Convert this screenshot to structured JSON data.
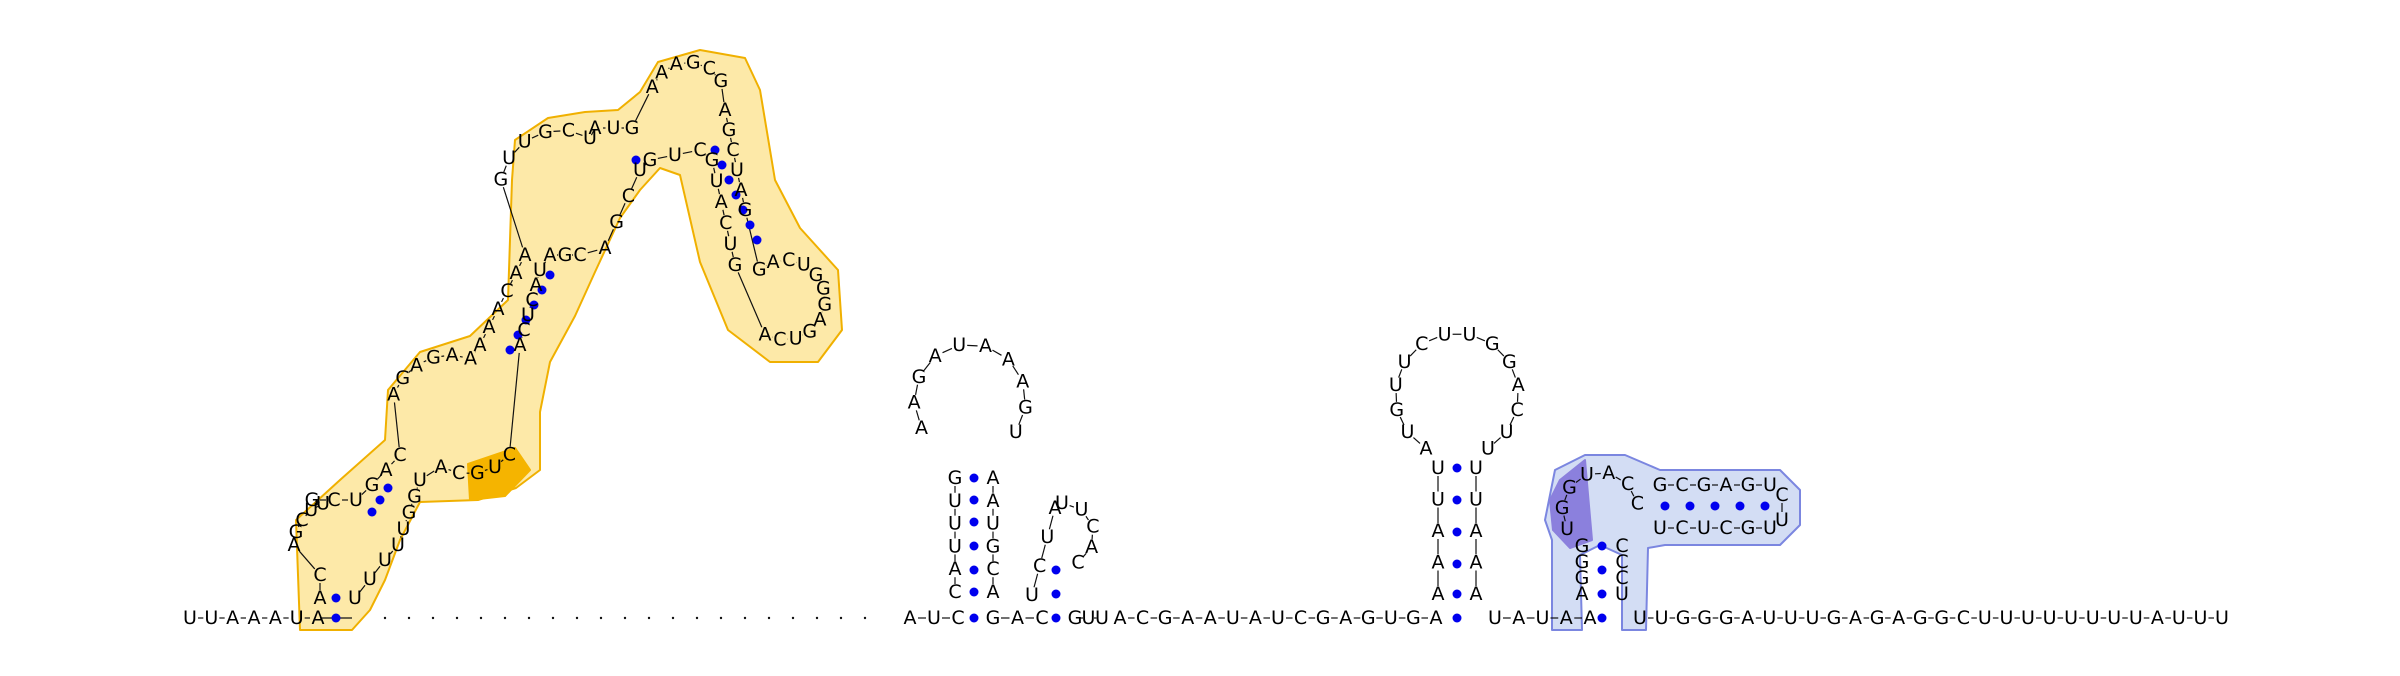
{
  "diagram": {
    "type": "rna-secondary-structure",
    "colors": {
      "backbone": "#111111",
      "base_pair": "#0000ee",
      "highlight_orange_outline": "#f0b000",
      "highlight_orange_fill": "#fde9a8",
      "highlight_orange_strong": "#f5b400",
      "highlight_blue_outline": "#7b86e0",
      "highlight_blue_fill": "#d3ddf4",
      "highlight_blue_strong": "#8b80dd"
    },
    "strand_5p_tail": "UUAAAUA",
    "unpaired_gap_dots": 21,
    "hairpin_1": {
      "stem_left": "AUC",
      "stem_left_upper": "CAUUUG",
      "loop": "AAGAUAAAGU",
      "stem_right_upper": "AAUGCA",
      "stem_right": "GAC"
    },
    "hairpin_2": {
      "stem_left": "GAC",
      "loop_left": "UCUA",
      "loop_right": "UUCAC",
      "stem_right": "GUU"
    },
    "linker": "ACGAAUAUCGAGUGA",
    "hairpin_3": {
      "stem_left": "UUAAA",
      "loop": "AUGUUCUUGGACUU",
      "stem_right": "UUAAA"
    },
    "linker_2": "UAUAA",
    "pseudoknot_helix": {
      "left_stem": "GGGA",
      "loop": "UGGUACC",
      "upper_stem_top": "GCGAGU",
      "turn": "CU",
      "upper_stem_bottom": "UGCUCU",
      "right_stem": "CCCU"
    },
    "strand_3p_tail": "UUGGGAUUUGAGAGGCUUUUUUUUAUUU",
    "large_domain": {
      "bases": "ACAGCUUGCUGACAGAGAAAAACAAGUUGCUAUGAAAGCGAGCUAGGACUGGGAGUCAGUCAUGCUGUCGACGAUACUCACUGCAUGGUUUUUGACGUCUAUGUCAGC"
    }
  }
}
